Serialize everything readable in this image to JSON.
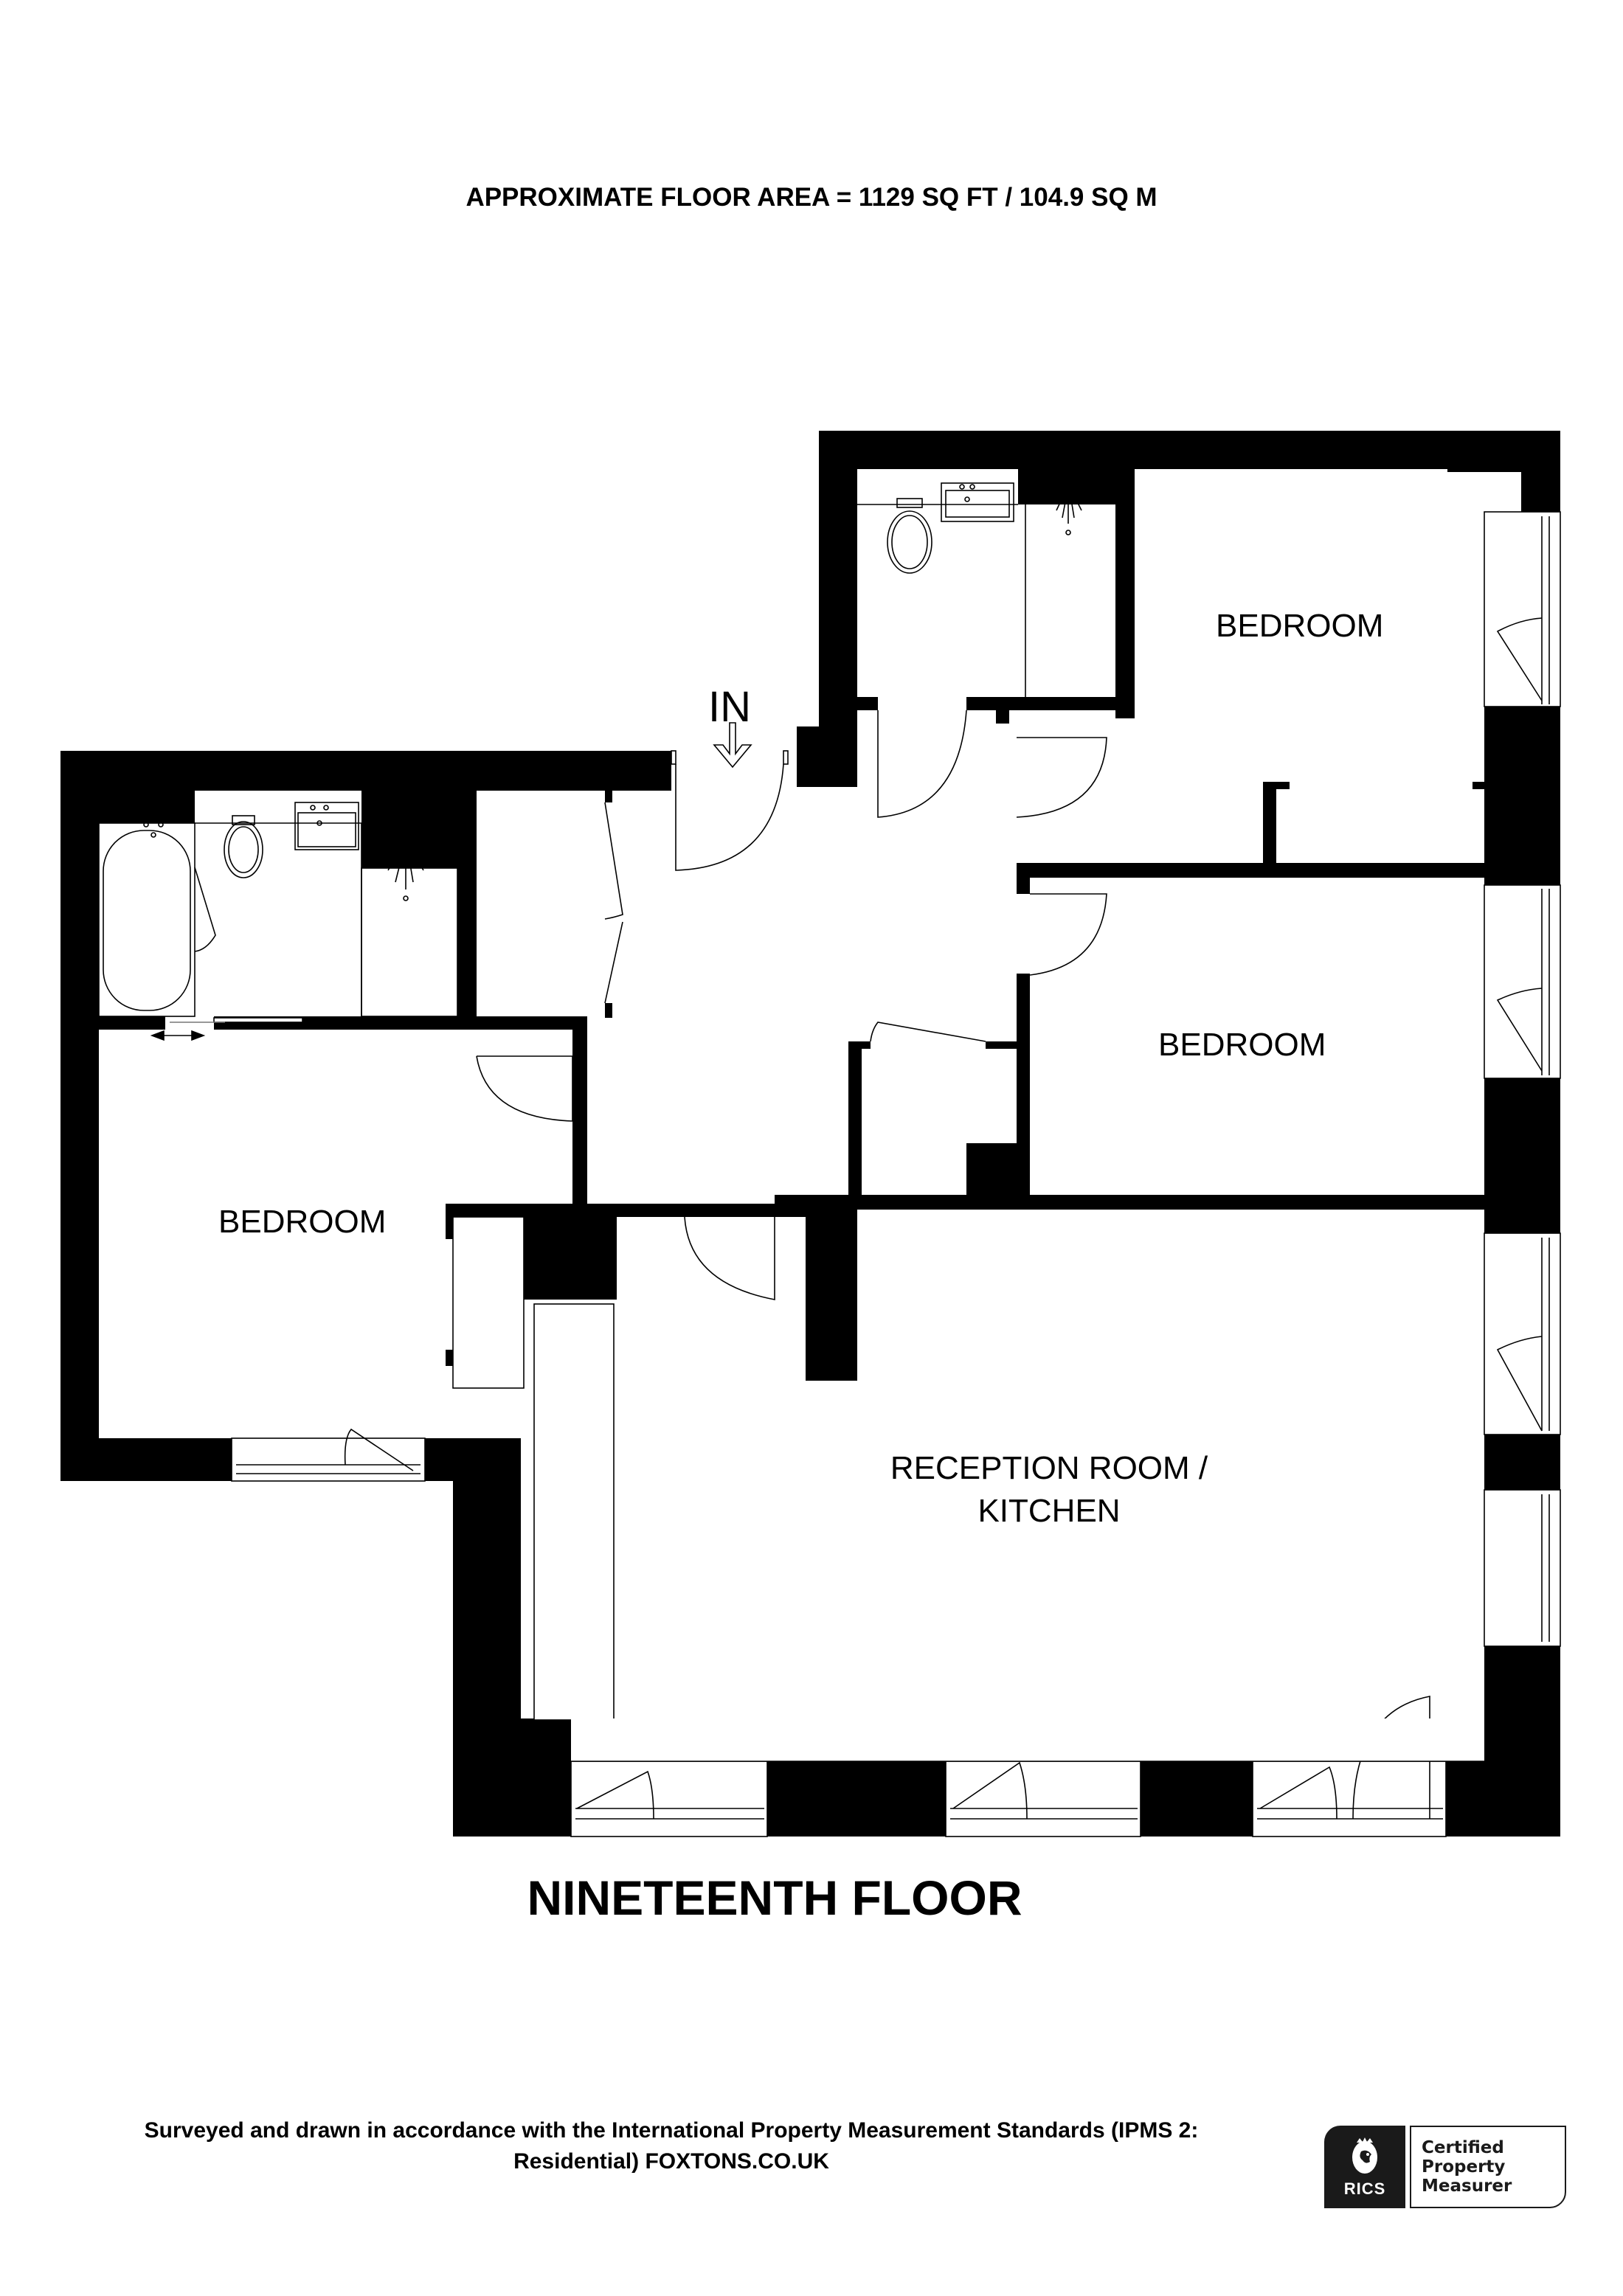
{
  "header": {
    "floor_area": "APPROXIMATE FLOOR AREA = 1129 SQ FT / 104.9 SQ M"
  },
  "plan": {
    "floor_name": "NINETEENTH FLOOR",
    "entrance_label": "IN",
    "rooms": [
      {
        "id": "bedroom-top-right",
        "label": "BEDROOM"
      },
      {
        "id": "bedroom-middle-right",
        "label": "BEDROOM"
      },
      {
        "id": "bedroom-left",
        "label": "BEDROOM"
      },
      {
        "id": "reception-kitchen",
        "label_line1": "RECEPTION ROOM /",
        "label_line2": "KITCHEN"
      }
    ],
    "fixtures": [
      "bath-icon",
      "toilet-icon",
      "sink-icon",
      "shower-icon",
      "sliding-door-icon",
      "door-swing-icon",
      "window-icon",
      "entrance-arrow-icon"
    ],
    "colors": {
      "wall": "#000000",
      "background": "#ffffff",
      "line": "#000000"
    }
  },
  "footer": {
    "statement_line1": "Surveyed and drawn in accordance with the International Property Measurement Standards (IPMS 2:",
    "statement_line2": "Residential) FOXTONS.CO.UK",
    "badge": {
      "org": "RICS",
      "line1": "Certified",
      "line2": "Property",
      "line3": "Measurer"
    }
  }
}
